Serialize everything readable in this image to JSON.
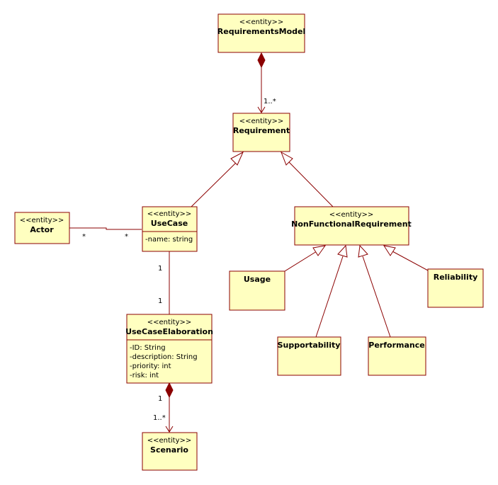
{
  "colors": {
    "box_fill": "#ffffc0",
    "line": "#8b0000",
    "background": "#ffffff"
  },
  "classes": {
    "requirements_model": {
      "stereotype": "<<entity>>",
      "name": "RequirementsModel"
    },
    "requirement": {
      "stereotype": "<<entity>>",
      "name": "Requirement"
    },
    "actor": {
      "stereotype": "<<entity>>",
      "name": "Actor"
    },
    "use_case": {
      "stereotype": "<<entity>>",
      "name": "UseCase",
      "attributes": [
        "-name: string"
      ]
    },
    "non_functional_requirement": {
      "stereotype": "<<entity>>",
      "name": "NonFunctionalRequirement"
    },
    "usage": {
      "name": "Usage"
    },
    "reliability": {
      "name": "Reliability"
    },
    "supportability": {
      "name": "Supportability"
    },
    "performance": {
      "name": "Performance"
    },
    "use_case_elaboration": {
      "stereotype": "<<entity>>",
      "name": "UseCaseElaboration",
      "attributes": [
        "-ID: String",
        "-description: String",
        "-priority: int",
        "-risk: int"
      ]
    },
    "scenario": {
      "stereotype": "<<entity>>",
      "name": "Scenario"
    }
  },
  "multiplicities": {
    "model_requirement_target": "1..*",
    "actor_usecase_actor_end": "*",
    "actor_usecase_usecase_end": "*",
    "usecase_elab_usecase_end": "1",
    "usecase_elab_elab_end": "1",
    "elab_scenario_source": "1",
    "elab_scenario_target": "1..*"
  }
}
